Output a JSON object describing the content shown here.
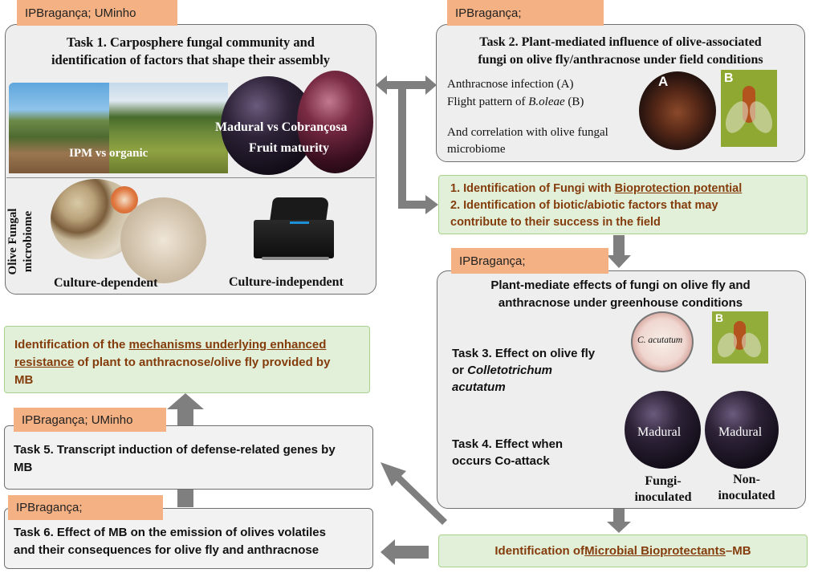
{
  "task1": {
    "tag": "IPBragança; UMinho",
    "title_line1": "Task 1. Carposphere fungal community and",
    "title_line2": "identification of factors that shape their assembly",
    "ipm_label": "IPM vs organic",
    "madural_label": "Madural vs Cobrançosa",
    "maturity_label": "Fruit maturity",
    "side_label_line1": "Olive Fungal",
    "side_label_line2": "microbiome",
    "culture_dependent": "Culture-dependent",
    "culture_independent": "Culture-independent"
  },
  "task2": {
    "tag": "IPBragança;",
    "title_line1": "Task 2. Plant-mediated influence of olive-associated",
    "title_line2": "fungi on olive fly/anthracnose under field conditions",
    "item1": "Anthracnose infection (A)",
    "item2_prefix": "Flight pattern of ",
    "item2_italic": "B.oleae",
    "item2_suffix": " (B)",
    "item3_line1": "And correlation with olive fungal",
    "item3_line2": "microbiome",
    "photo_a_label": "A",
    "photo_b_label": "B"
  },
  "outcome1": {
    "line1_prefix": "1. Identification of Fungi with ",
    "line1_underlined": "Bioprotection potential",
    "line2": "2. Identification of  biotic/abiotic factors that may",
    "line3": "contribute to their success in the field"
  },
  "greenhouse": {
    "tag": "IPBragança;",
    "title_line1": "Plant-mediate effects of fungi on olive fly and",
    "title_line2": "anthracnose under greenhouse conditions",
    "task3_line1": "Task 3. Effect on olive fly",
    "task3_line2": "or ",
    "task3_italic1": "Colletotrichum",
    "task3_italic2": "acutatum",
    "task4_line1": "Task 4. Effect when",
    "task4_line2": "occurs Co-attack",
    "culture_label": "C. acutatum",
    "fly_label": "B",
    "olive_left_label": "Madural",
    "olive_right_label": "Madural",
    "fungi_line1": "Fungi-",
    "fungi_line2": "inoculated",
    "non_line1": "Non-",
    "non_line2": "inoculated"
  },
  "mechanisms": {
    "line1_prefix": "Identification of  the ",
    "line1_underlined": "mechanisms underlying enhanced",
    "line2_underlined": "resistance",
    "line2_suffix": " of plant to anthracnose/olive fly provided by",
    "line3": "MB"
  },
  "task5": {
    "tag": "IPBragança; UMinho",
    "line1": "Task 5. Transcript induction of defense-related genes by",
    "line2": "MB"
  },
  "task6": {
    "tag": "IPBragança;",
    "line1": "Task 6. Effect of MB on the emission of olives volatiles",
    "line2": "and their consequences for olive fly and anthracnose"
  },
  "mb": {
    "prefix": "Identification of  ",
    "underlined": "Microbial Bioprotectants",
    "suffix": "–MB"
  },
  "colors": {
    "tag_orange": "#f4b183",
    "box_grey": "#eeeeee",
    "outcome_green": "#e2f0d9",
    "outcome_text": "#843c0c",
    "arrow_grey": "#7f7f7f"
  }
}
